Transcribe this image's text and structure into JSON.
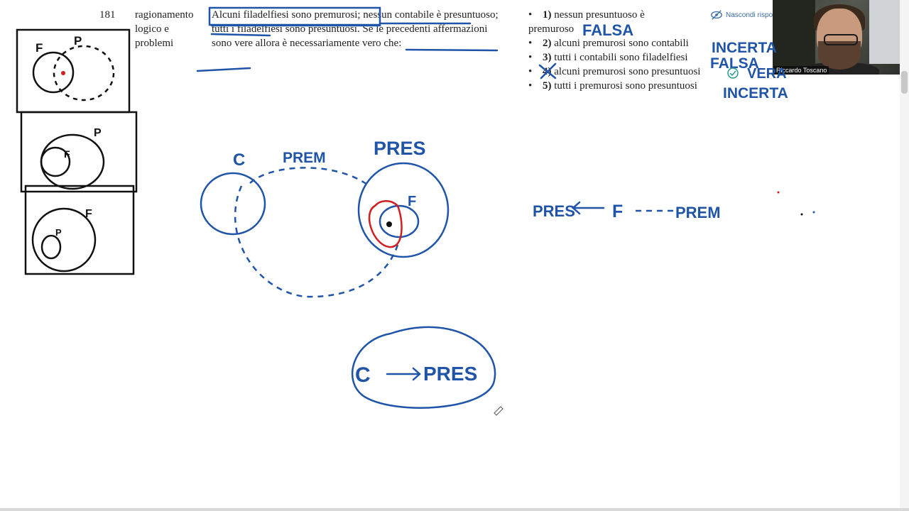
{
  "question": {
    "number": "181",
    "topic": "ragionamento logico e problemi",
    "text": "Alcuni filadelfiesi sono premurosi; nessun contabile è presuntuoso; tutti i filadelfiesi sono presuntuosi. Se le precedenti affermazioni sono vere allora è necessariamente vero che:"
  },
  "answers": [
    {
      "num": "1)",
      "text": "nessun presuntuoso è",
      "cont": "premuroso"
    },
    {
      "num": "2)",
      "text": "alcuni premurosi sono contabili"
    },
    {
      "num": "3)",
      "text": "tutti i contabili sono filadelfiesi"
    },
    {
      "num": "4)",
      "text": "alcuni premurosi sono presuntuosi"
    },
    {
      "num": "5)",
      "text": "tutti i premurosi sono presuntuosi"
    }
  ],
  "hide_button": {
    "label": "Nascondi rispost"
  },
  "webcam": {
    "name": "Riccardo Toscano"
  },
  "annotations": {
    "falsa": "FALSA",
    "incerta": "INCERTA",
    "vera": "VERA",
    "prem": "PREM",
    "pres": "PRES",
    "c": "C",
    "f": "F",
    "p": "P",
    "arrow_pres": "PRES",
    "arrow_f": "F",
    "arrow_prem": "PREM"
  },
  "colors": {
    "ink_blue": "#1f54a8",
    "ink_red": "#d11f1f",
    "ink_black": "#111111"
  }
}
